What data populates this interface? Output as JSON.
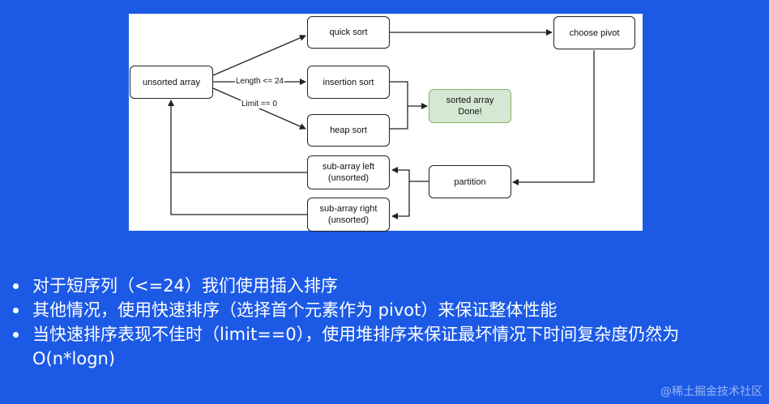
{
  "diagram": {
    "nodes": {
      "unsorted_array": "unsorted array",
      "quick_sort": "quick sort",
      "choose_pivot": "choose pivot",
      "insertion_sort": "insertion sort",
      "heap_sort": "heap sort",
      "sorted_done": "sorted array\nDone!",
      "partition": "partition",
      "sub_left": "sub-array left\n(unsorted)",
      "sub_right": "sub-array right\n(unsorted)"
    },
    "edge_labels": {
      "length": "Length <= 24",
      "limit": "Limit == 0"
    },
    "colors": {
      "done_fill": "#d5e8d4",
      "done_border": "#82b366",
      "slide_background": "#1c5ae6"
    }
  },
  "bullets": [
    "对于短序列（<=24）我们使用插入排序",
    "其他情况，使用快速排序（选择首个元素作为 pivot）来保证整体性能",
    "当快速排序表现不佳时（limit==0），使用堆排序来保证最坏情况下时间复杂度仍然为 O(n*logn)"
  ],
  "watermark": "@稀土掘金技术社区"
}
